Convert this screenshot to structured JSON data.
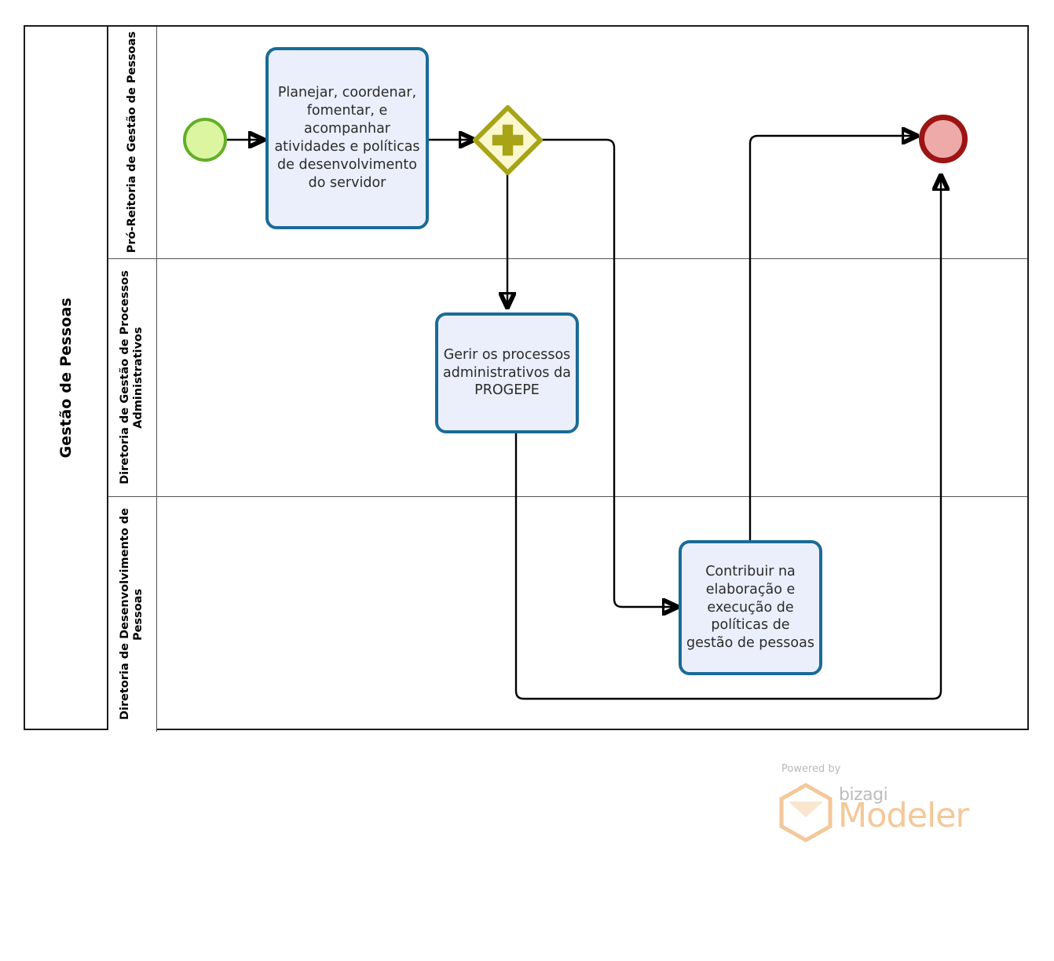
{
  "pool": {
    "title": "Gestão de Pessoas",
    "lanes": [
      {
        "id": "lane-pro-reitoria",
        "title": "Pró-Reitoria de Gestão de Pessoas"
      },
      {
        "id": "lane-processos-administrativos",
        "title": "Diretoria de Gestão de Processos Administrativos"
      },
      {
        "id": "lane-desenvolvimento-pessoas",
        "title": "Diretoria de Desenvolvimento de Pessoas"
      }
    ]
  },
  "nodes": {
    "start_event": {
      "type": "start-event",
      "label": ""
    },
    "task_planejar": {
      "type": "task",
      "label": "Planejar, coordenar, fomentar, e acompanhar atividades e políticas de desenvolvimento do servidor"
    },
    "gateway_parallel": {
      "type": "parallel-gateway",
      "symbol": "+",
      "label": ""
    },
    "task_gerir": {
      "type": "task",
      "label": "Gerir os processos administrativos da PROGEPE"
    },
    "task_contribuir": {
      "type": "task",
      "label": "Contribuir na elaboração e execução de políticas de gestão de pessoas"
    },
    "end_event": {
      "type": "end-event",
      "label": ""
    }
  },
  "colors": {
    "start_fill": "#dcf5a1",
    "start_stroke": "#63ae27",
    "end_fill": "#eeaaa9",
    "end_stroke": "#9c1414",
    "task_fill": "#eaeffb",
    "task_stroke": "#1a6b96",
    "gateway_fill": "#fbf8cf",
    "gateway_stroke": "#a8a317",
    "gateway_symbol": "#a8a317",
    "flow_stroke": "#000000",
    "pool_border": "#1c1c1c",
    "lane_border": "#555555"
  },
  "watermark": {
    "powered_by": "Powered by",
    "brand": "bizagi",
    "product": "Modeler"
  }
}
